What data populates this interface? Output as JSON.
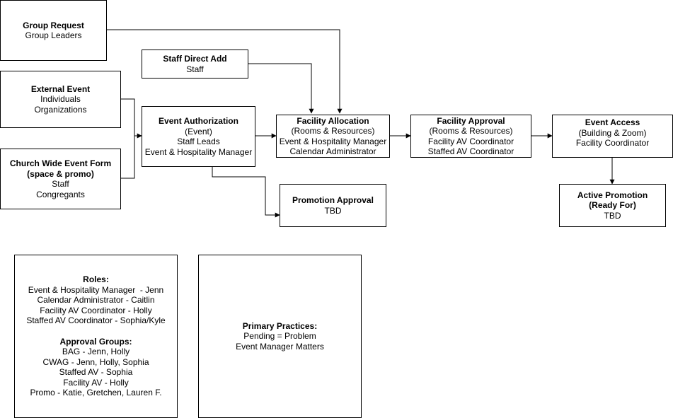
{
  "nodes": {
    "group_request": {
      "title": "Group Request",
      "lines": [
        "Group Leaders"
      ]
    },
    "staff_direct_add": {
      "title": "Staff Direct Add",
      "lines": [
        "Staff"
      ]
    },
    "external_event": {
      "title": "External Event",
      "lines": [
        "Individuals",
        "Organizations"
      ]
    },
    "church_wide": {
      "title": "Church Wide Event Form (space & promo)",
      "lines": [
        "Staff",
        "Congregants"
      ]
    },
    "event_authorization": {
      "title": "Event Authorization",
      "lines": [
        "(Event)",
        "Staff Leads",
        "Event & Hospitality Manager"
      ]
    },
    "facility_allocation": {
      "title": "Facility Allocation",
      "lines": [
        "(Rooms & Resources)",
        "Event & Hospitality Manager",
        "Calendar Administrator"
      ]
    },
    "facility_approval": {
      "title": "Facility Approval",
      "lines": [
        "(Rooms & Resources)",
        "Facility AV Coordinator",
        "Staffed AV Coordinator"
      ]
    },
    "event_access": {
      "title": "Event Access",
      "lines": [
        "(Building & Zoom)",
        "Facility Coordinator"
      ]
    },
    "promotion_approval": {
      "title": "Promotion Approval",
      "lines": [
        "TBD"
      ]
    },
    "active_promotion": {
      "title": "Active Promotion (Ready For)",
      "lines": [
        "TBD"
      ]
    }
  },
  "roles_panel": {
    "roles_title": "Roles:",
    "roles": [
      "Event & Hospitality Manager  - Jenn",
      "Calendar Administrator - Caitlin",
      "Facility AV Coordinator - Holly",
      "Staffed AV Coordinator - Sophia/Kyle"
    ],
    "groups_title": "Approval Groups:",
    "groups": [
      "BAG - Jenn, Holly",
      "CWAG - Jenn, Holly, Sophia",
      "Staffed AV - Sophia",
      "Facility AV - Holly",
      "Promo - Katie, Gretchen, Lauren F."
    ]
  },
  "practices_panel": {
    "title": "Primary Practices:",
    "lines": [
      "Pending = Problem",
      "Event Manager Matters"
    ]
  },
  "colors": {
    "stroke": "#000000",
    "background": "#ffffff"
  }
}
